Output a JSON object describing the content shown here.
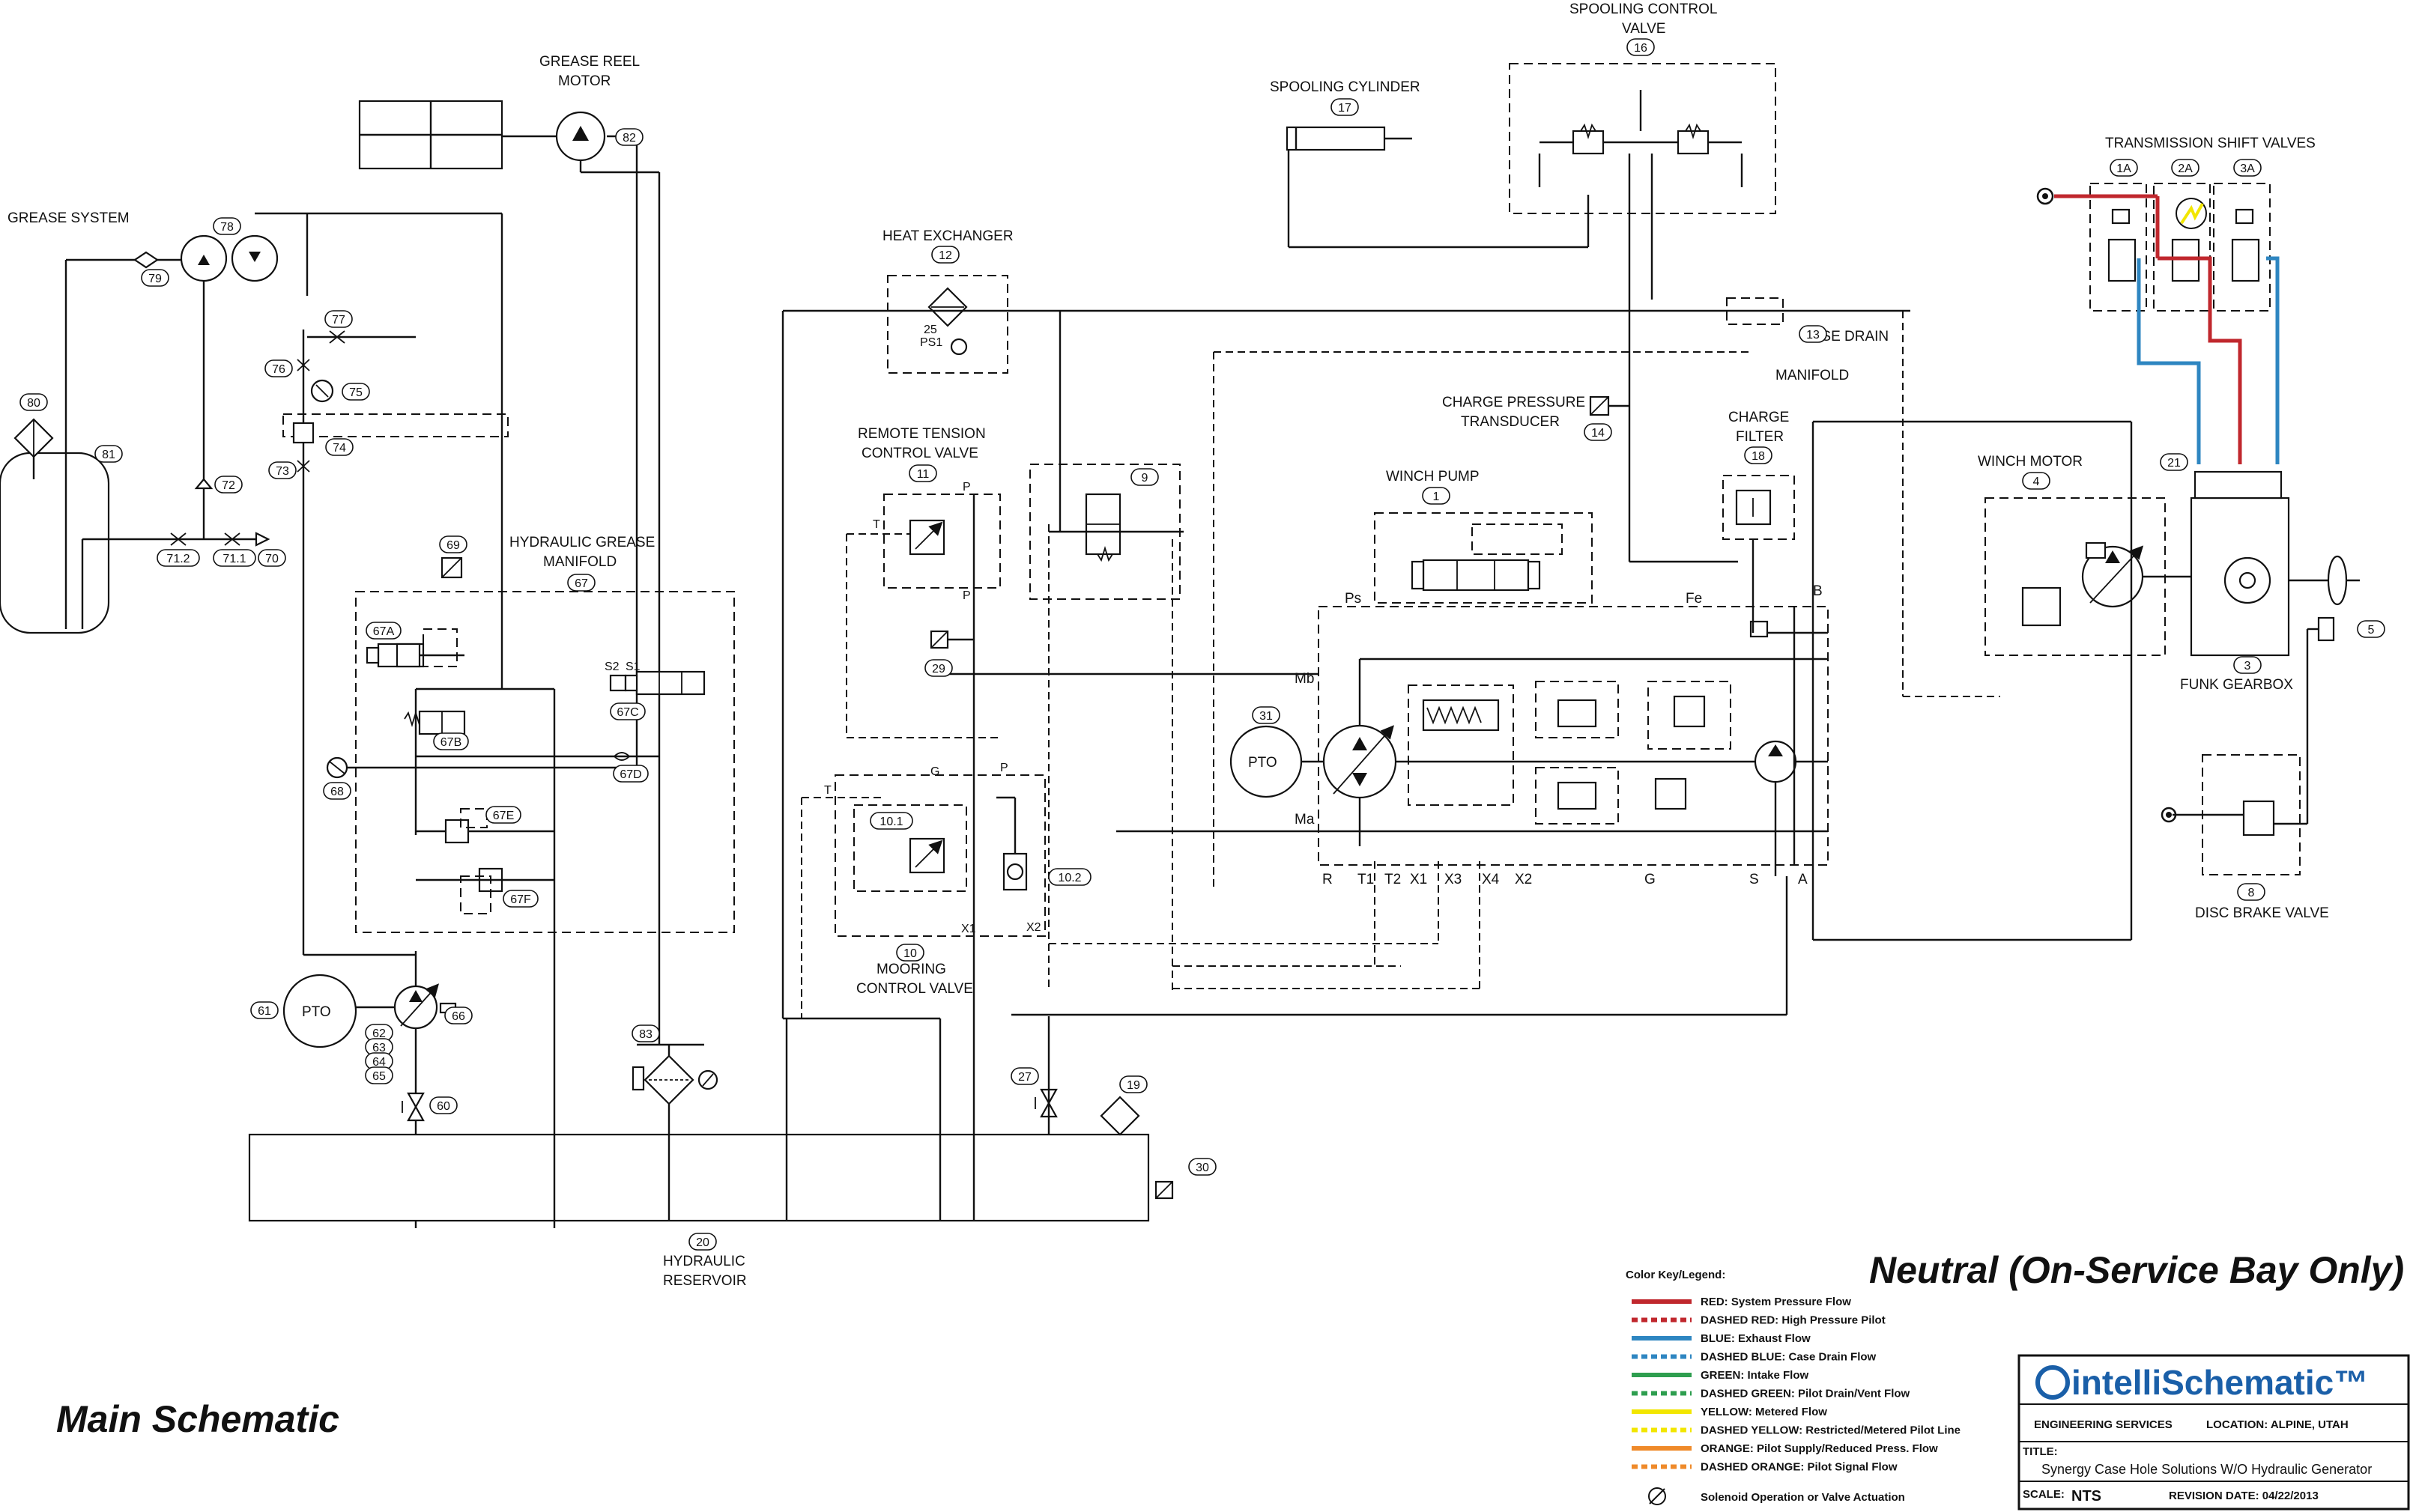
{
  "titles": {
    "main_schematic": "Main Schematic",
    "mode": "Neutral (On-Service Bay Only)"
  },
  "labels": {
    "grease_system": "GREASE SYSTEM",
    "grease_reel_motor_1": "GREASE REEL",
    "grease_reel_motor_2": "MOTOR",
    "hydraulic_grease_manifold_1": "HYDRAULIC GREASE",
    "hydraulic_grease_manifold_2": "MANIFOLD",
    "hydraulic_reservoir_1": "HYDRAULIC",
    "hydraulic_reservoir_2": "RESERVOIR",
    "heat_exchanger": "HEAT EXCHANGER",
    "remote_tension_1": "REMOTE TENSION",
    "remote_tension_2": "CONTROL VALVE",
    "mooring_1": "MOORING",
    "mooring_2": "CONTROL VALVE",
    "spooling_cylinder": "SPOOLING CYLINDER",
    "spooling_valve_1": "SPOOLING CONTROL",
    "spooling_valve_2": "VALVE",
    "charge_pressure_1": "CHARGE PRESSURE",
    "charge_pressure_2": "TRANSDUCER",
    "case_drain_1": "CASE DRAIN",
    "case_drain_2": "MANIFOLD",
    "charge_filter_1": "CHARGE",
    "charge_filter_2": "FILTER",
    "winch_pump": "WINCH PUMP",
    "winch_motor": "WINCH MOTOR",
    "transmission_shift": "TRANSMISSION SHIFT VALVES",
    "funk_gearbox": "FUNK GEARBOX",
    "disc_brake": "DISC BRAKE VALVE",
    "pto": "PTO",
    "port_P": "P",
    "port_T": "T",
    "port_G": "G",
    "port_X1": "X1",
    "port_X2": "X2",
    "port_S1": "S1",
    "port_S2": "S2",
    "port_Ps": "Ps",
    "port_Fe": "Fe",
    "port_B": "B",
    "port_Mb": "Mb",
    "port_Ma": "Ma",
    "hx_25": "25",
    "hx_ps1": "PS1",
    "bottom_ports": [
      "R",
      "T1",
      "T2",
      "X1",
      "X3",
      "X4",
      "X2",
      "G",
      "S",
      "A"
    ]
  },
  "tags": {
    "t82": "82",
    "t78": "78",
    "t79": "79",
    "t80": "80",
    "t81": "81",
    "t77": "77",
    "t76": "76",
    "t75": "75",
    "t74": "74",
    "t73": "73",
    "t72": "72",
    "t712": "71.2",
    "t711": "71.1",
    "t70": "70",
    "t69": "69",
    "t67": "67",
    "t67A": "67A",
    "t67B": "67B",
    "t67C": "67C",
    "t67D": "67D",
    "t67E": "67E",
    "t67F": "67F",
    "t68": "68",
    "t61": "61",
    "t62": "62",
    "t63": "63",
    "t64": "64",
    "t65": "65",
    "t66": "66",
    "t60": "60",
    "t83": "83",
    "t20": "20",
    "t12": "12",
    "t11": "11",
    "t9": "9",
    "t29": "29",
    "t10": "10",
    "t101": "10.1",
    "t102": "10.2",
    "t17": "17",
    "t16": "16",
    "t13": "13",
    "t14": "14",
    "t18": "18",
    "t1": "1",
    "t31": "31",
    "t27": "27",
    "t19": "19",
    "t30": "30",
    "t4": "4",
    "t21": "21",
    "t1A": "1A",
    "t2A": "2A",
    "t3A": "3A",
    "t3": "3",
    "t5": "5",
    "t8": "8"
  },
  "legend": {
    "heading": "Color Key/Legend:",
    "items": [
      {
        "label": "RED: System Pressure Flow",
        "color": "#c0272d",
        "dashed": false
      },
      {
        "label": "DASHED RED: High Pressure Pilot",
        "color": "#c0272d",
        "dashed": true
      },
      {
        "label": "BLUE: Exhaust Flow",
        "color": "#2e86c1",
        "dashed": false
      },
      {
        "label": "DASHED BLUE: Case Drain Flow",
        "color": "#2e86c1",
        "dashed": true
      },
      {
        "label": "GREEN: Intake Flow",
        "color": "#2e9e4f",
        "dashed": false
      },
      {
        "label": "DASHED GREEN: Pilot Drain/Vent Flow",
        "color": "#2e9e4f",
        "dashed": true
      },
      {
        "label": "YELLOW: Metered Flow",
        "color": "#f2e600",
        "dashed": false
      },
      {
        "label": "DASHED YELLOW: Restricted/Metered Pilot Line",
        "color": "#f2e600",
        "dashed": true
      },
      {
        "label": "ORANGE: Pilot Supply/Reduced Press. Flow",
        "color": "#ef8a2a",
        "dashed": false
      },
      {
        "label": "DASHED ORANGE: Pilot Signal Flow",
        "color": "#ef8a2a",
        "dashed": true
      }
    ],
    "solenoid_label": "Solenoid Operation or Valve Actuation"
  },
  "title_block": {
    "brand": "intelliSchematic™",
    "engineering": "ENGINEERING SERVICES",
    "location": "LOCATION: ALPINE, UTAH",
    "title_label": "TITLE:",
    "title_value": "Synergy Case Hole Solutions W/O Hydraulic Generator",
    "scale_label": "SCALE:",
    "scale_value": "NTS",
    "revision": "REVISION DATE: 04/22/2013"
  },
  "colors": {
    "line": "#111111",
    "system_pressure": "#c0272d",
    "exhaust": "#2e86c1",
    "brand": "#1a5fa8",
    "solenoid_fill": "#f2e600"
  }
}
